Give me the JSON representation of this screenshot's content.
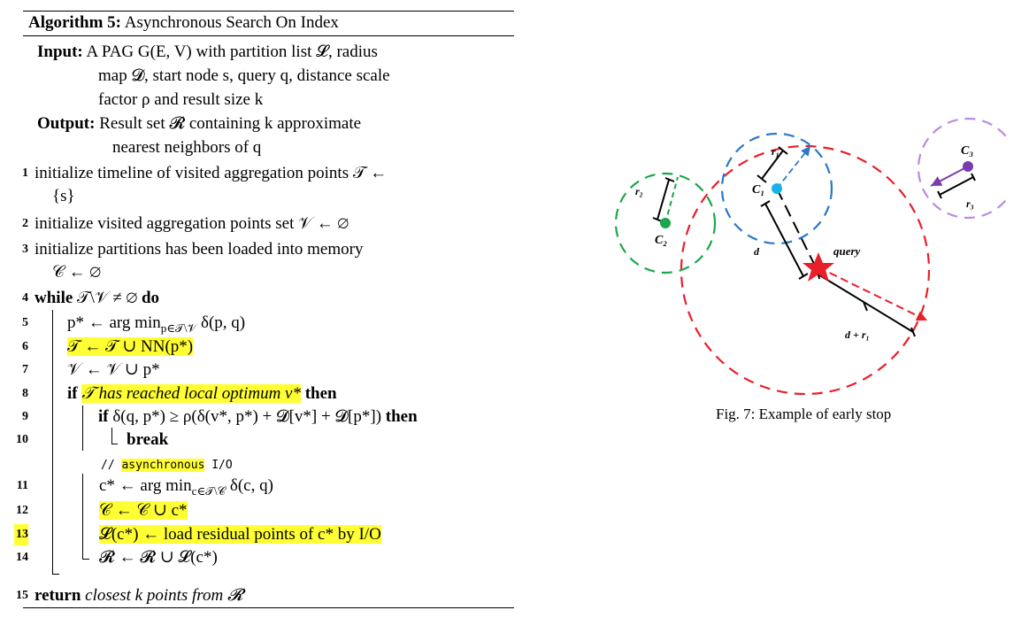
{
  "algorithm": {
    "title_label": "Algorithm 5:",
    "title_text": "Asynchronous Search On Index",
    "input_label": "Input:",
    "input_lines": [
      "A PAG G(E, V) with partition list 𝓛, radius",
      "map 𝓓, start node s, query q, distance scale",
      "factor ρ and result size k"
    ],
    "output_label": "Output:",
    "output_lines": [
      "Result set 𝓡 containing k approximate",
      "nearest neighbors of q"
    ],
    "steps": [
      {
        "num": "1",
        "text": "initialize timeline of visited aggregation points 𝒯 ←",
        "cont": "{s}"
      },
      {
        "num": "2",
        "text": "initialize visited aggregation points set 𝒱 ← ∅"
      },
      {
        "num": "3",
        "text": "initialize partitions has been loaded into memory",
        "cont": "𝒞 ← ∅"
      },
      {
        "num": "4",
        "kw": "while",
        "text": " 𝒯\\𝒱 ≠ ∅ ",
        "kw2": "do"
      },
      {
        "num": "5",
        "text": "p* ← arg min",
        "sub": "p∈𝒯\\𝒱",
        "tail": " δ(p, q)"
      },
      {
        "num": "6",
        "text": "𝒯 ← 𝒯 ∪ NN(p*)"
      },
      {
        "num": "7",
        "text": "𝒱 ← 𝒱 ∪ p*"
      },
      {
        "num": "8",
        "kw": "if",
        "text": "𝒯 has reached local optimum v*",
        "kw2": "then"
      },
      {
        "num": "9",
        "kw": "if",
        "text": " δ(q, p*) ≥ ρ(δ(v*, p*) + 𝓓[v*] + 𝓓[p*]) ",
        "kw2": "then"
      },
      {
        "num": "10",
        "kw": "break"
      },
      {
        "comment_prefix": "// ",
        "comment_hl": "asynchronous",
        "comment_tail": " I/O"
      },
      {
        "num": "11",
        "text": "c* ← arg min",
        "sub": "c∈𝒯\\𝒞",
        "tail": " δ(c, q)"
      },
      {
        "num": "12",
        "text": "𝒞 ← 𝒞 ∪ c*"
      },
      {
        "num": "13",
        "text": "𝓛(c*) ← load residual points of c* by I/O"
      },
      {
        "num": "14",
        "text": "𝓡 ← 𝓡 ∪ 𝓛(c*)"
      },
      {
        "num": "15",
        "kw": "return",
        "text": " closest k points from 𝓡"
      }
    ]
  },
  "figure": {
    "labels": {
      "c1": "C₁",
      "c2": "C₂",
      "c3": "C₃",
      "r1": "r₁",
      "r2": "r₂",
      "r3": "r₃",
      "d": "d",
      "query": "query",
      "d_plus_r1": "d + r₁"
    },
    "caption": "Fig. 7: Example of early stop",
    "colors": {
      "red": "#e8202a",
      "blue": "#2a78c8",
      "green": "#1aa64a",
      "purple": "#b98ae0",
      "purple_dot": "#7a3bb0",
      "cyan": "#1ab0e8"
    }
  }
}
